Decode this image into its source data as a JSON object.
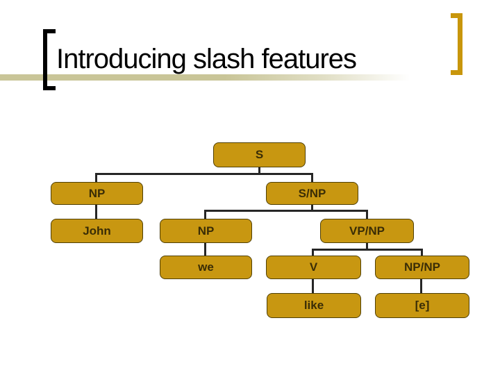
{
  "slide": {
    "title": "Introducing slash features",
    "background": "#ffffff"
  },
  "decorations": {
    "left_bracket_color": "#000000",
    "right_bracket_color": "#c8960c",
    "underline_band_color": "#c9c598"
  },
  "tree": {
    "node_fill": "#c89711",
    "node_border": "#4f3f06",
    "node_text_color": "#3a2d06",
    "connector_color": "#262626",
    "nodes": [
      {
        "id": "s",
        "label": "S"
      },
      {
        "id": "np-left",
        "label": "NP"
      },
      {
        "id": "s-np",
        "label": "S/NP"
      },
      {
        "id": "john",
        "label": "John"
      },
      {
        "id": "np-mid",
        "label": "NP"
      },
      {
        "id": "vp-np",
        "label": "VP/NP"
      },
      {
        "id": "we",
        "label": "we"
      },
      {
        "id": "v",
        "label": "V"
      },
      {
        "id": "np-np",
        "label": "NP/NP"
      },
      {
        "id": "like",
        "label": "like"
      },
      {
        "id": "e",
        "label": "[e]"
      }
    ],
    "edges": [
      {
        "from": "s",
        "to": "np-left"
      },
      {
        "from": "s",
        "to": "s-np"
      },
      {
        "from": "np-left",
        "to": "john"
      },
      {
        "from": "s-np",
        "to": "np-mid"
      },
      {
        "from": "s-np",
        "to": "vp-np"
      },
      {
        "from": "np-mid",
        "to": "we"
      },
      {
        "from": "vp-np",
        "to": "v"
      },
      {
        "from": "vp-np",
        "to": "np-np"
      },
      {
        "from": "v",
        "to": "like"
      },
      {
        "from": "np-np",
        "to": "e"
      }
    ]
  }
}
